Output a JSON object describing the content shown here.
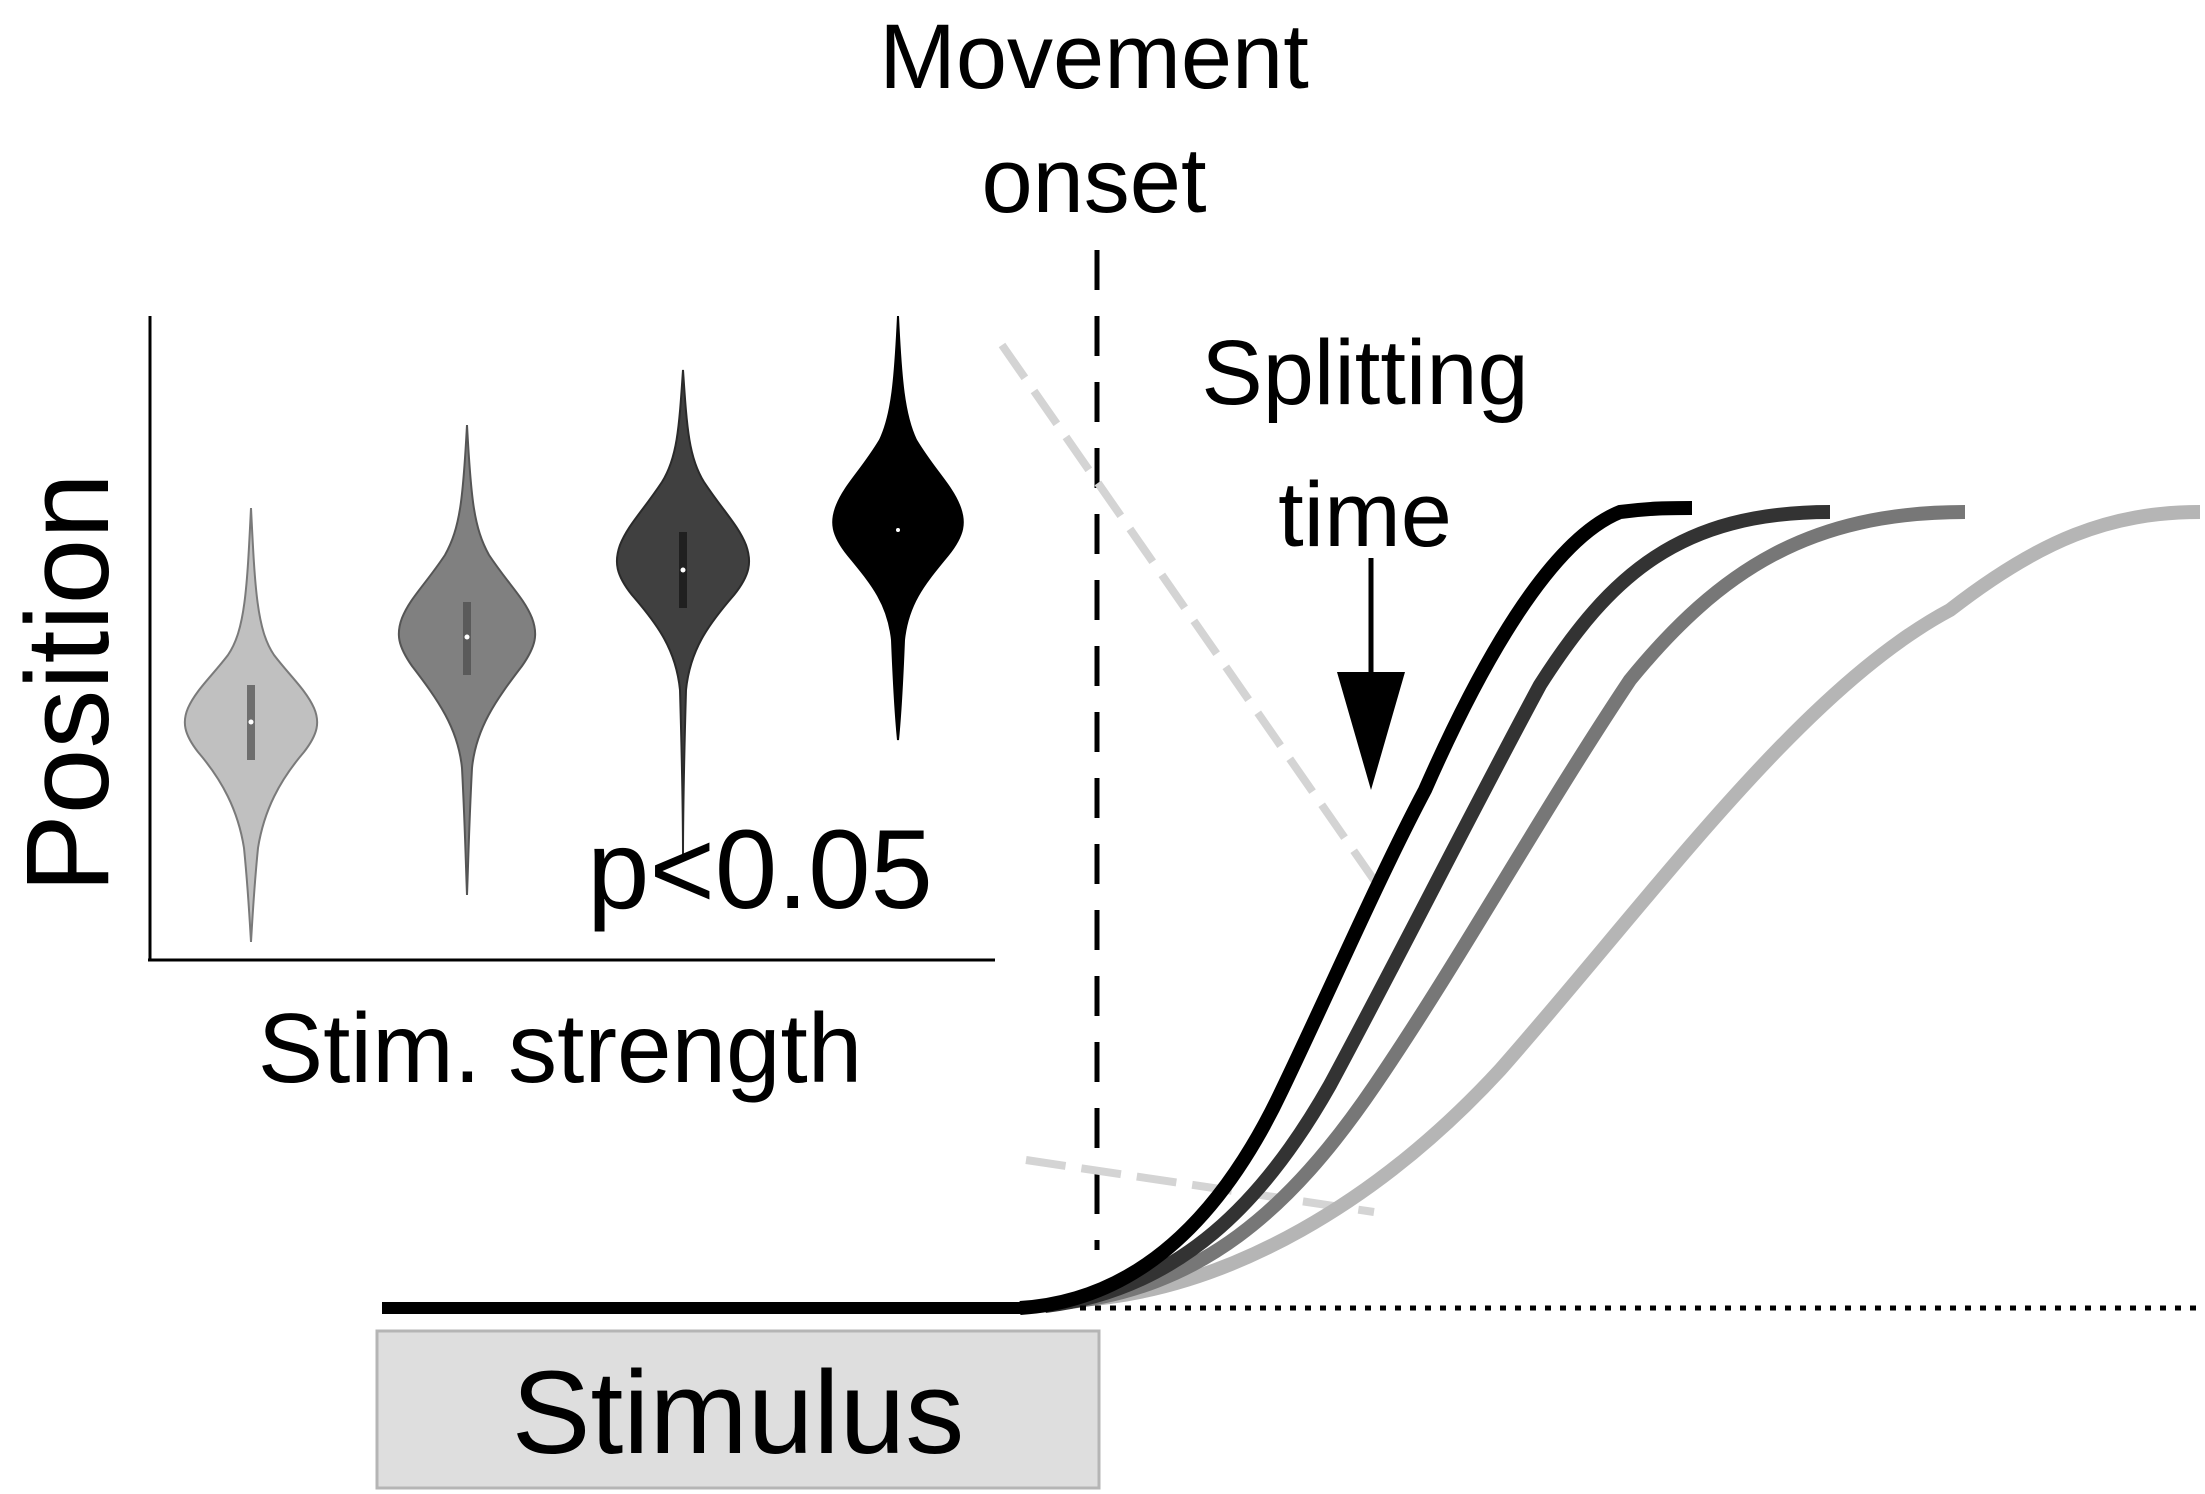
{
  "labels": {
    "movement_onset_line1": "Movement",
    "movement_onset_line2": "onset",
    "splitting_time_line1": "Splitting",
    "splitting_time_line2": "time",
    "inset_y_axis": "Position",
    "inset_x_axis": "Stim. strength",
    "p_value": "p<0.05",
    "stimulus_box": "Stimulus"
  },
  "colors": {
    "trajectory_strongest": "#000000",
    "trajectory_strong": "#333333",
    "trajectory_medium": "#777777",
    "trajectory_weak": "#b5b5b5",
    "violin_weak": "#c0c0c0",
    "violin_medium": "#808080",
    "violin_strong": "#404040",
    "violin_strongest": "#000000",
    "fit_lines": "#d4d4d4",
    "stimulus_box_fill": "#dedede",
    "stimulus_box_stroke": "#b5b5b5"
  }
}
